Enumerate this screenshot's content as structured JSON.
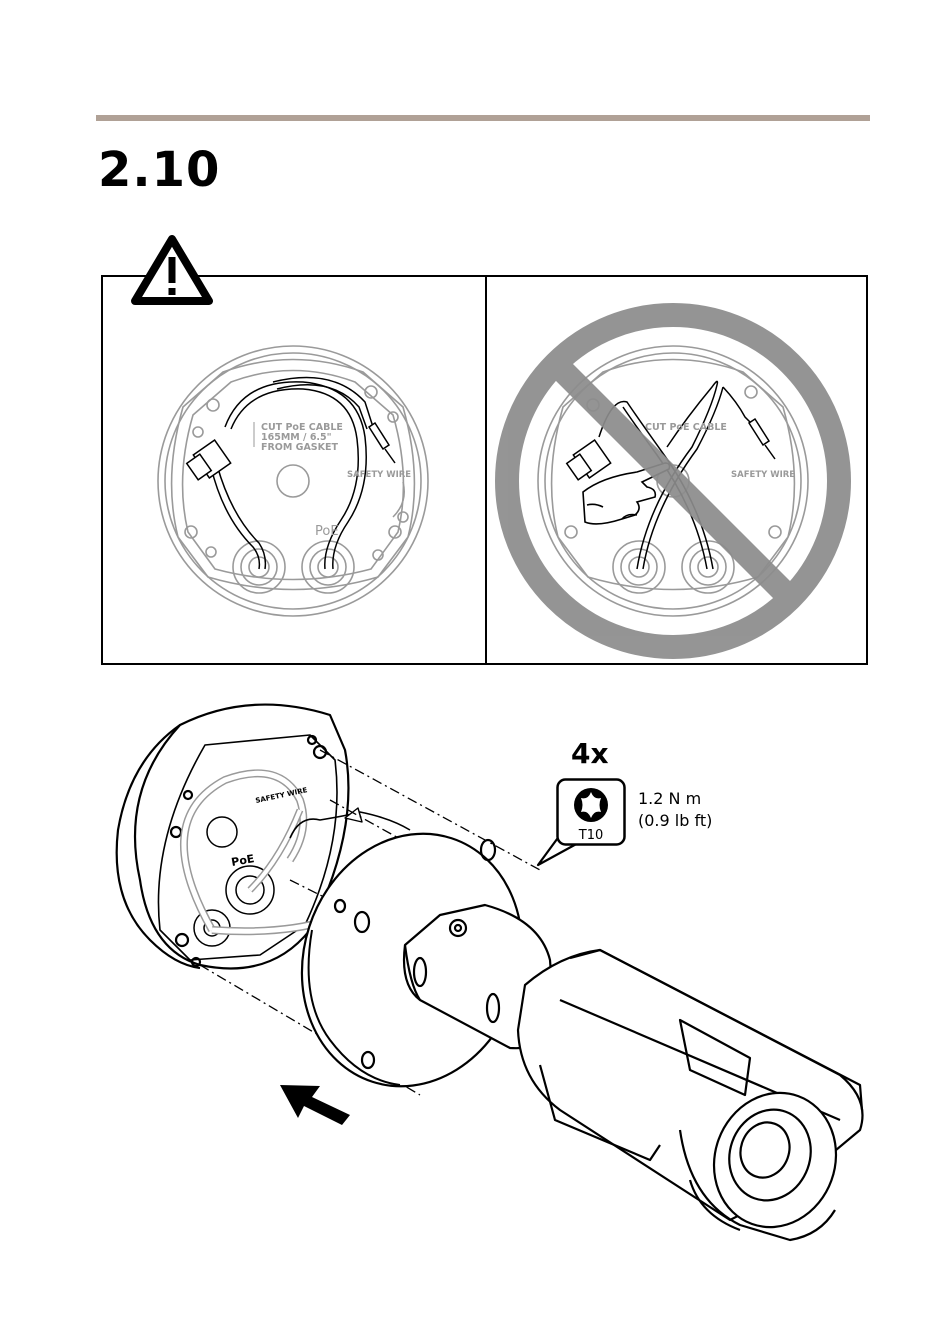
{
  "section": {
    "number": "2.10"
  },
  "panels": {
    "cable_label_lines": [
      "CUT PoE CABLE",
      "165MM / 6.5\"",
      "FROM GASKET"
    ],
    "safety_wire_label": "SAFETY WIRE",
    "poe_label": "PoE",
    "warning_icon": "warning-triangle-icon",
    "prohibited_icon": "prohibition-icon",
    "pointing_hand_icon": "pointing-hand-icon"
  },
  "install": {
    "quantity": "4x",
    "tool": "T10",
    "tool_icon": "torx-bit-icon",
    "torque_metric": "1.2 N m",
    "torque_imperial": "(0.9 lb ft)",
    "mount_labels": {
      "safety_wire": "SAFETY WIRE",
      "poe": "PoE"
    },
    "direction_icon": "arrow-push-icon"
  },
  "colors": {
    "rule": "#b0a196",
    "prohibition": "#8c8c8c",
    "line_art": "#000000",
    "faded_line_art": "#9a9a9a"
  }
}
